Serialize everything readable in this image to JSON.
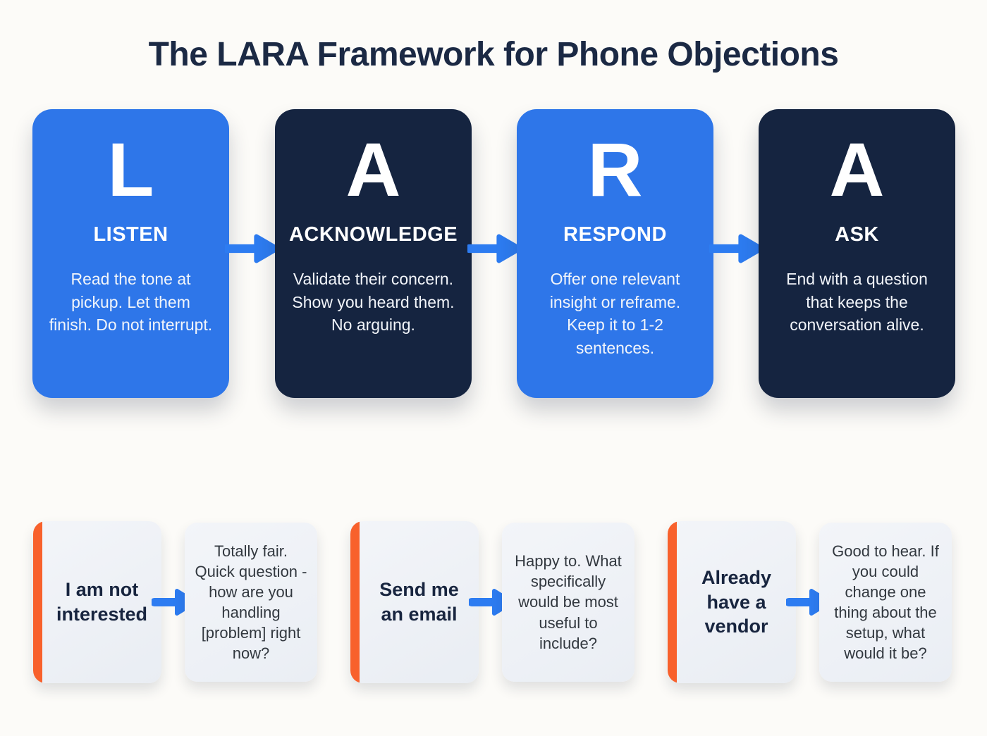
{
  "title": "The LARA Framework for Phone Objections",
  "colors": {
    "background": "#FCFBF8",
    "title_navy": "#1B2944",
    "card_blue": "#2E76E9",
    "card_navy": "#152440",
    "arrow_blue": "#2D7CF1",
    "accent_orange": "#F8612C",
    "light_card_text": "#32383F",
    "objection_navy": "#18253F"
  },
  "framework_steps": [
    {
      "letter": "L",
      "name": "LISTEN",
      "description": "Read the tone at pickup. Let them finish. Do not interrupt."
    },
    {
      "letter": "A",
      "name": "ACKNOWLEDGE",
      "description": "Validate their concern. Show you heard them.\nNo arguing."
    },
    {
      "letter": "R",
      "name": "RESPOND",
      "description": "Offer one relevant insight or reframe. Keep it to 1-2 sentences."
    },
    {
      "letter": "A",
      "name": "ASK",
      "description": "End with a question that keeps the conversation alive."
    }
  ],
  "objection_examples": [
    {
      "objection": "I am not\ninterested",
      "response": "Totally fair. Quick question - how are you handling [problem] right now?"
    },
    {
      "objection": "Send me\nan email",
      "response": "Happy to. What specifically would be most useful to include?"
    },
    {
      "objection": "Already\nhave a\nvendor",
      "response": "Good to hear. If you could change one thing about the setup, what would it be?"
    }
  ]
}
